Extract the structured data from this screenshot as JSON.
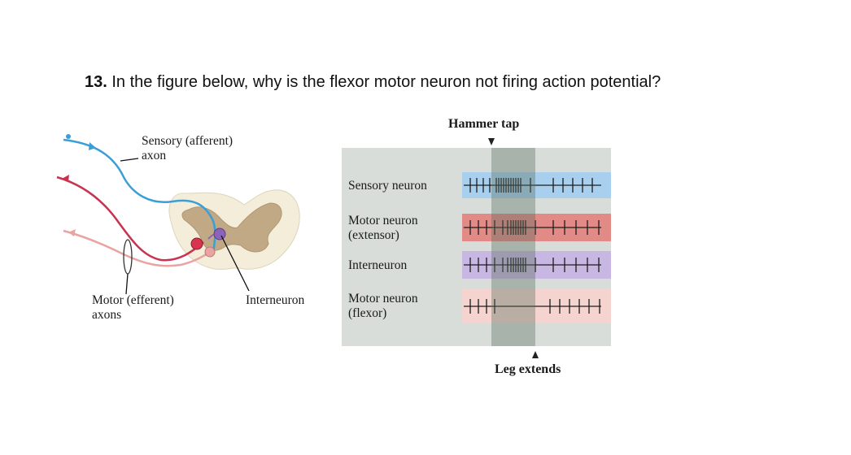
{
  "question": {
    "number": "13.",
    "text": "In the figure below, why is the flexor motor neuron not firing action potential?"
  },
  "diagram": {
    "labels": {
      "sensory_axon_line1": "Sensory (afferent)",
      "sensory_axon_line2": "axon",
      "motor_axons_line1": "Motor (efferent)",
      "motor_axons_line2": "axons",
      "interneuron": "Interneuron"
    },
    "colors": {
      "sensory": "#3a9fd6",
      "motor_extensor": "#c8334f",
      "motor_flexor": "#e9a3a0",
      "interneuron": "#8b63b8",
      "spinal_white_matter": "#f3edd9",
      "spinal_gray_matter": "#c2a986"
    }
  },
  "recording": {
    "hammer_tap": "Hammer tap",
    "leg_extends": "Leg extends",
    "rows": [
      {
        "line1": "Sensory neuron",
        "line2": "",
        "color": "#a9cfee"
      },
      {
        "line1": "Motor neuron",
        "line2": "(extensor)",
        "color": "#e28a86"
      },
      {
        "line1": "Interneuron",
        "line2": "",
        "color": "#c8b7e2"
      },
      {
        "line1": "Motor neuron",
        "line2": "(flexor)",
        "color": "#f5d3cf"
      }
    ]
  }
}
